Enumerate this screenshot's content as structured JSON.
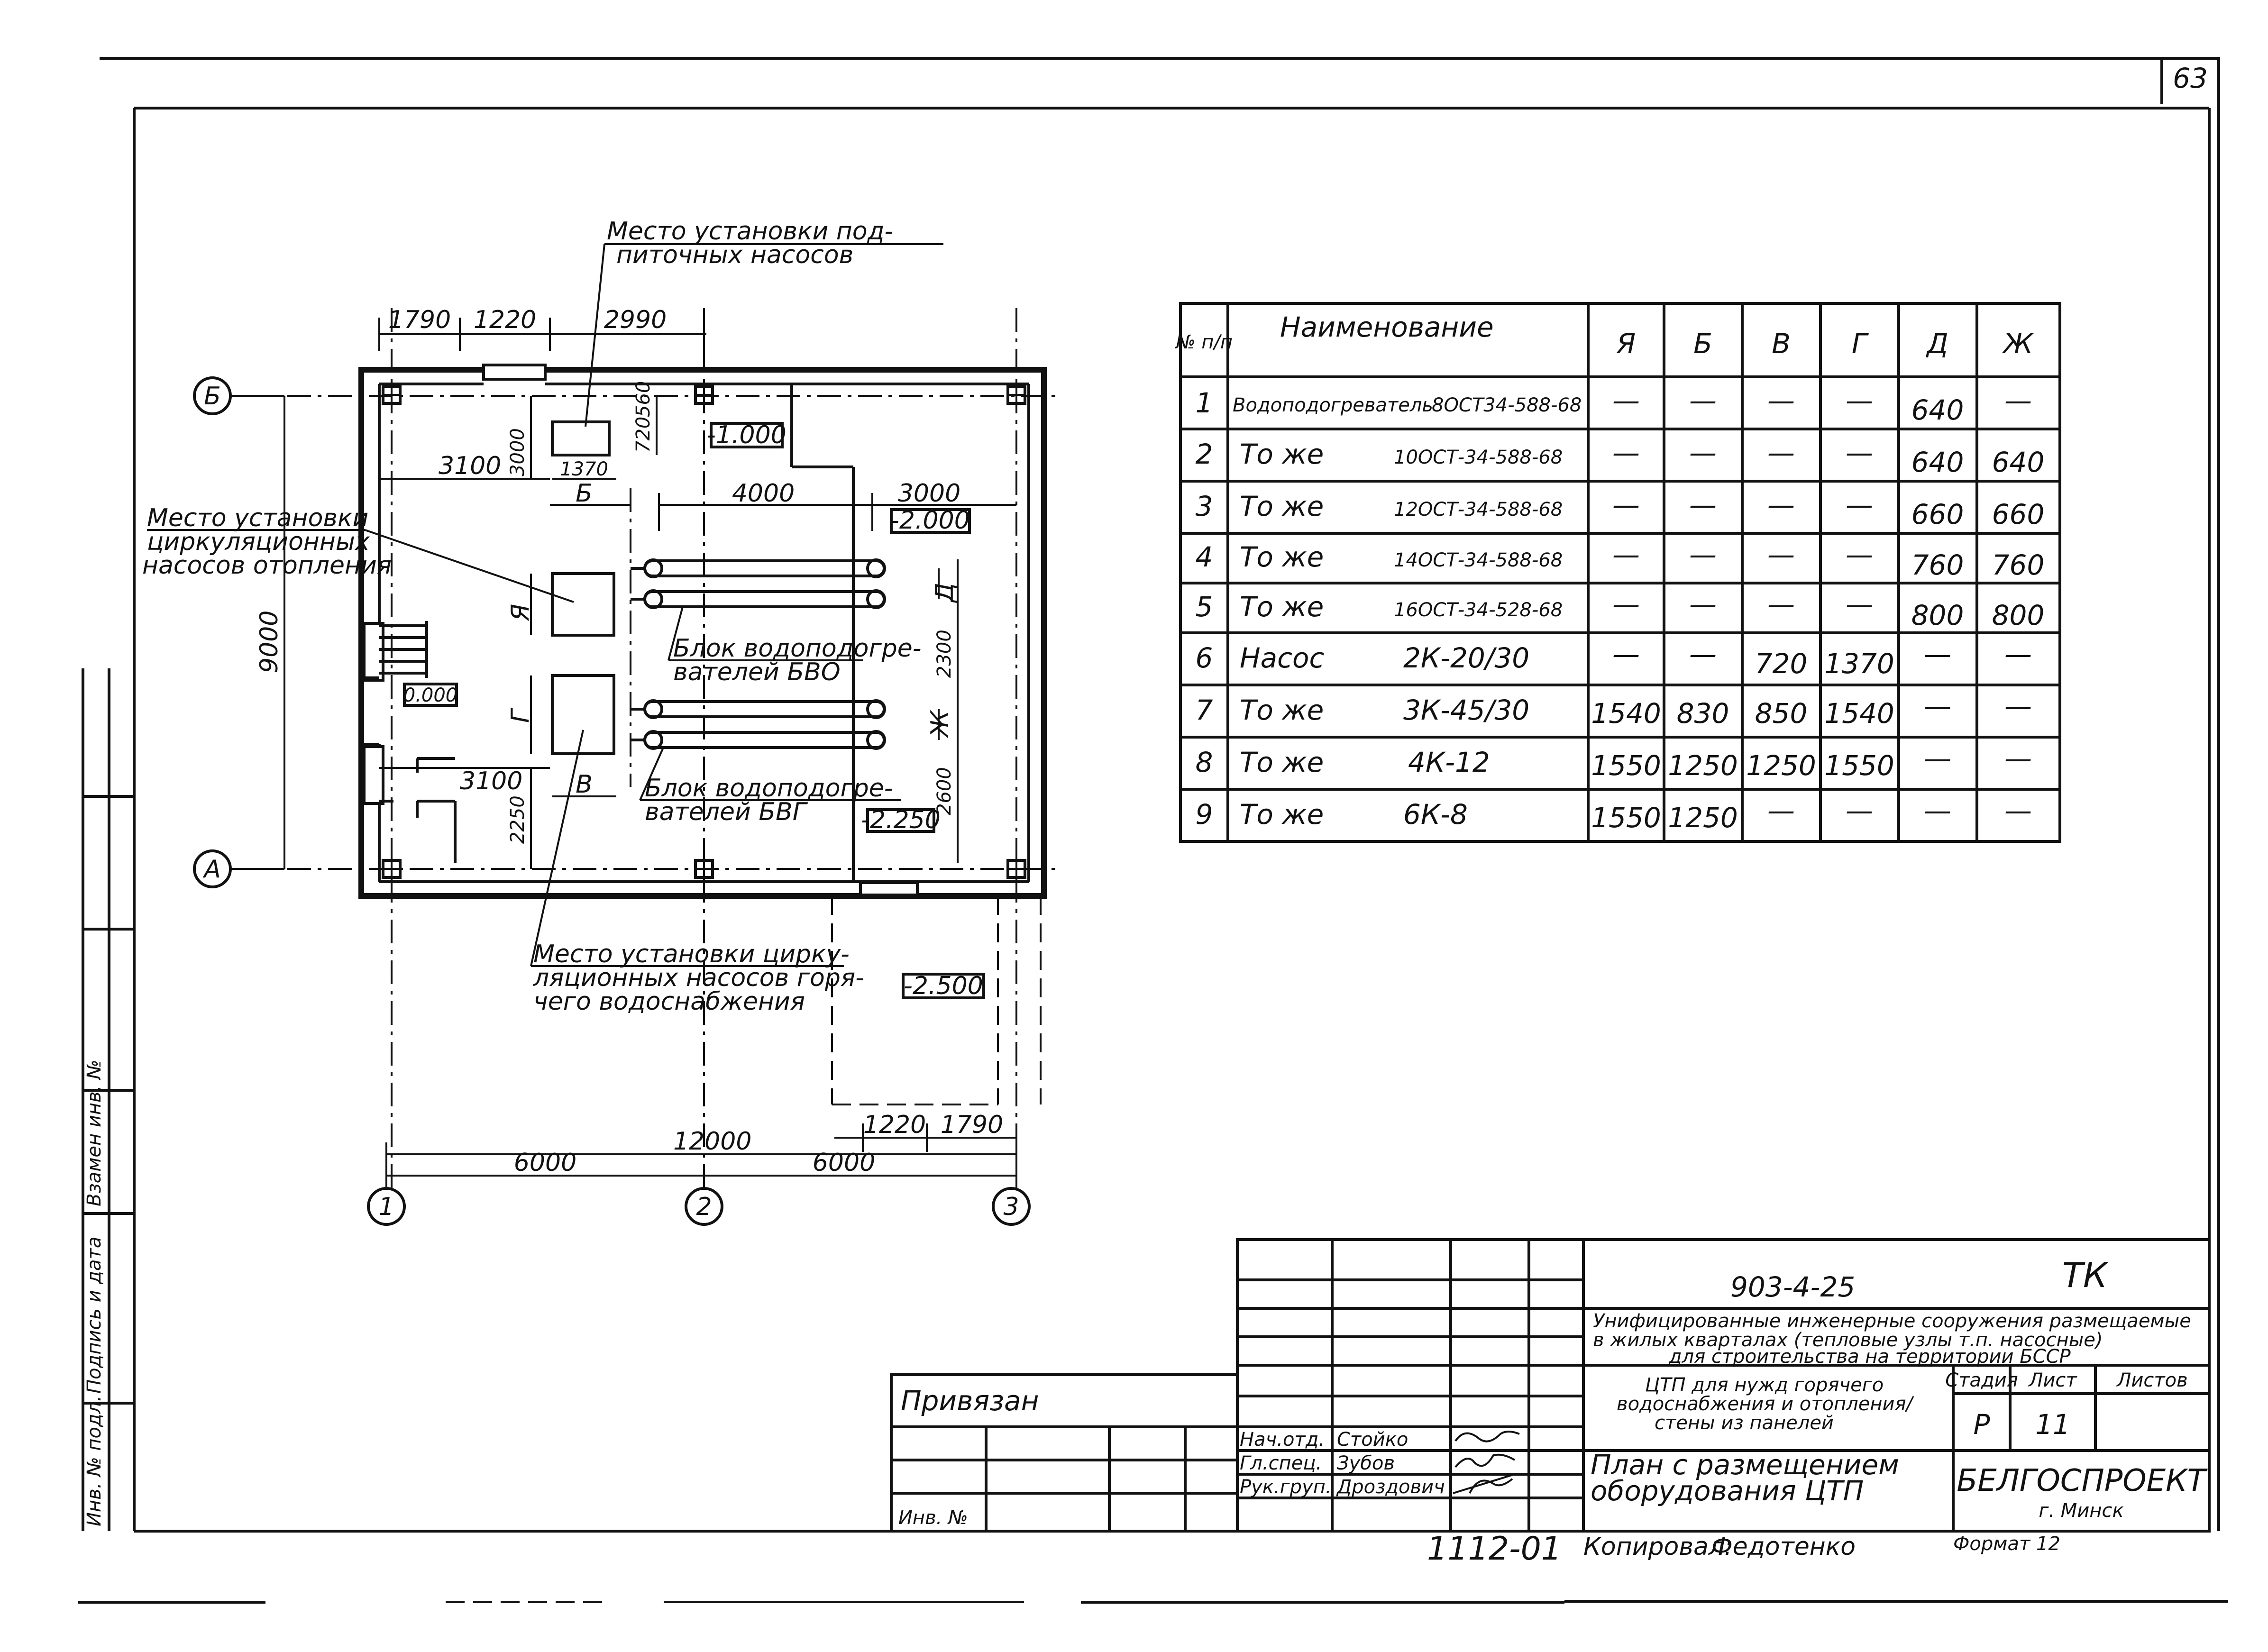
{
  "page_number": "63",
  "plan": {
    "top_dims": [
      "1790",
      "1220",
      "2990"
    ],
    "pump_makeup_label_1": "Место установки под-",
    "pump_makeup_label_2": "питочных насосов",
    "axis_b": "Б",
    "axis_a": "А",
    "axis_1": "1",
    "axis_2": "2",
    "axis_3": "3",
    "height_9000": "9000",
    "dim_3100_top": "3100",
    "dim_3000": "3000",
    "dim_720": "720",
    "dim_560": "560",
    "dim_1370": "1370",
    "label_b_small": "Б",
    "dim_4000": "4000",
    "dim_3000_right": "3000",
    "level_m1000": "-1.000",
    "level_m2000": "-2.000",
    "level_0000": "0.000",
    "level_m2250": "-2.250",
    "level_m2500": "-2.500",
    "circ_heat_label_1": "Место установки",
    "circ_heat_label_2": "циркуляционных",
    "circ_heat_label_3": "насосов отопления",
    "label_ya": "Я",
    "label_g": "Г",
    "label_v": "В",
    "label_d": "Д",
    "label_zh": "Ж",
    "dim_2300": "2300",
    "dim_2600": "2600",
    "dim_3100_bottom": "3100",
    "dim_2250": "2250",
    "bvo_label_1": "Блок водоподогре-",
    "bvo_label_2": "вателей БВО",
    "bvg_label_1": "Блок водоподогре-",
    "bvg_label_2": "вателей БВГ",
    "circ_hw_label_1": "Место установки цирку-",
    "circ_hw_label_2": "ляционных насосов горя-",
    "circ_hw_label_3": "чего водоснабжения",
    "dim_12000": "12000",
    "dim_6000_left": "6000",
    "dim_6000_right": "6000",
    "dim_1220_bottom": "1220",
    "dim_1790_bottom": "1790"
  },
  "table": {
    "headers": [
      "№ п/п",
      "Наименование",
      "Я",
      "Б",
      "В",
      "Г",
      "Д",
      "Ж"
    ],
    "rows": [
      {
        "n": "1",
        "name": "Водоподогреватель",
        "code": "8ОСТ34-588-68",
        "cols": [
          "—",
          "—",
          "—",
          "—",
          "640",
          "—"
        ]
      },
      {
        "n": "2",
        "name": "То же",
        "code": "10ОСТ-34-588-68",
        "cols": [
          "—",
          "—",
          "—",
          "—",
          "640",
          "640"
        ]
      },
      {
        "n": "3",
        "name": "То же",
        "code": "12ОСТ-34-588-68",
        "cols": [
          "—",
          "—",
          "—",
          "—",
          "660",
          "660"
        ]
      },
      {
        "n": "4",
        "name": "То же",
        "code": "14ОСТ-34-588-68",
        "cols": [
          "—",
          "—",
          "—",
          "—",
          "760",
          "760"
        ]
      },
      {
        "n": "5",
        "name": "То же",
        "code": "16ОСТ-34-528-68",
        "cols": [
          "—",
          "—",
          "—",
          "—",
          "800",
          "800"
        ]
      },
      {
        "n": "6",
        "name": "Насос",
        "code": "2К-20/30",
        "cols": [
          "—",
          "—",
          "720",
          "1370",
          "—",
          "—"
        ]
      },
      {
        "n": "7",
        "name": "То же",
        "code": "3К-45/30",
        "cols": [
          "1540",
          "830",
          "850",
          "1540",
          "—",
          "—"
        ]
      },
      {
        "n": "8",
        "name": "То же",
        "code": "4К-12",
        "cols": [
          "1550",
          "1250",
          "1250",
          "1550",
          "—",
          "—"
        ]
      },
      {
        "n": "9",
        "name": "То же",
        "code": "6К-8",
        "cols": [
          "1550",
          "1250",
          "—",
          "—",
          "—",
          "—"
        ]
      }
    ]
  },
  "stamp": {
    "code": "903-4-25",
    "mark": "ТК",
    "desc_1": "Унифицированные инженерные сооружения размещаемые",
    "desc_2": "в жилых кварталах (тепловые узлы т.п. насосные)",
    "desc_3": "для строительства на территории БССР",
    "title_1": "ЦТП для нужд горячего",
    "title_2": "водоснабжения и отопления/",
    "title_3": "стены из панелей",
    "sheet_1": "План с размещением",
    "sheet_2": "оборудования ЦТП",
    "stage_h": "Стадия",
    "list_h": "Лист",
    "lists_h": "Листов",
    "stage": "Р",
    "list": "11",
    "org": "БЕЛГОСПРОЕКТ",
    "city": "г. Минск",
    "role_1": "Нач.отд.",
    "role_2": "Гл.спец.",
    "role_3": "Рук.груп.",
    "name_1": "Стойко",
    "name_2": "Зубов",
    "name_3": "Дроздович",
    "privyazan": "Привязан",
    "inv_no": "Инв. №",
    "archive_no": "1112-01",
    "copied": "Копировал:",
    "copier": "Федотенко",
    "format": "Формат 12"
  },
  "side": {
    "inv_podl": "Инв. № подл.",
    "sign_date": "Подпись и дата",
    "vzam_inv": "Взамен инв. №"
  }
}
